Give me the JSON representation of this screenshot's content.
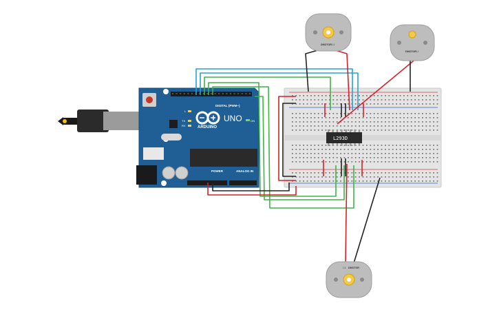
{
  "arduino": {
    "brand": "ARDUINO",
    "model": "UNO",
    "digital_label": "DIGITAL (PWM~)",
    "power_label": "POWER",
    "analog_label": "ANALOG IN",
    "on_label": "ON",
    "l_label": "L",
    "tx_label": "TX",
    "rx_label": "RX",
    "board_color": "#1f5f96"
  },
  "chip": {
    "label": "L293D"
  },
  "motors": [
    {
      "label": "DMOTOR",
      "sublabel": "1:1"
    },
    {
      "label": "DMOTOR",
      "sublabel": "1:1"
    },
    {
      "label": "DMOTOR",
      "sublabel": "1:1"
    }
  ],
  "colors": {
    "wire_red": "#d6202a",
    "wire_black": "#222222",
    "wire_green": "#3db34a",
    "wire_blue": "#2a9fd6",
    "rail_red": "#e03a3a",
    "rail_blue": "#2a5fd0"
  }
}
